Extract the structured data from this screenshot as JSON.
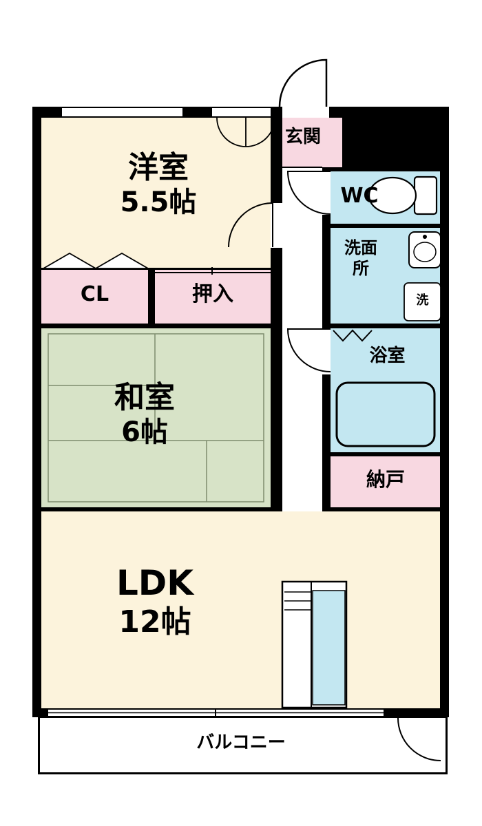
{
  "colors": {
    "wall": "#000000",
    "room_cream": "#FCF3DC",
    "room_pink": "#F8D8E1",
    "room_cyan": "#C3E7F1",
    "tatami_green": "#D7E3C7",
    "white": "#FFFFFF"
  },
  "rooms": {
    "western": {
      "name": "洋室",
      "size": "5.5帖"
    },
    "entrance": {
      "label": "玄関"
    },
    "wc": {
      "label": "WC"
    },
    "washroom": {
      "label_line1": "洗面",
      "label_line2": "所"
    },
    "washer": {
      "label": "洗"
    },
    "bath": {
      "label": "浴室"
    },
    "storage": {
      "label": "納戸"
    },
    "closet": {
      "label": "CL"
    },
    "oshiire": {
      "label": "押入"
    },
    "japanese": {
      "name": "和室",
      "size": "6帖"
    },
    "ldk": {
      "name": "LDK",
      "size": "12帖"
    },
    "balcony": {
      "label": "バルコニー"
    }
  }
}
